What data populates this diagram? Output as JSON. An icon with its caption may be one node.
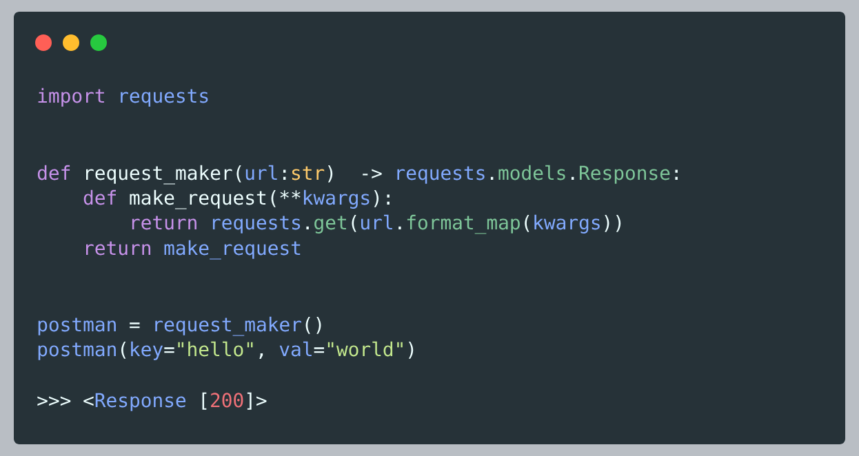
{
  "diagram": {
    "labels": [
      "import",
      "requests",
      "def",
      "request_maker(",
      "url",
      ":",
      "str",
      ")",
      "->",
      "requests",
      ".",
      "models",
      ".",
      "Response",
      ":",
      "def",
      "make_request(",
      "**",
      "kwargs",
      "):",
      "return",
      "requests",
      ".",
      "get",
      "(",
      "url",
      ".",
      "format_map",
      "(",
      "kwargs",
      "))",
      "return",
      "make_request",
      "postman",
      "=",
      "request_maker",
      "()",
      "postman",
      "(",
      "key",
      "=",
      "\"hello\"",
      ",",
      "val",
      "=",
      "\"world\"",
      ")",
      ">>>",
      "<",
      "Response",
      "[",
      "200",
      "]>"
    ]
  }
}
